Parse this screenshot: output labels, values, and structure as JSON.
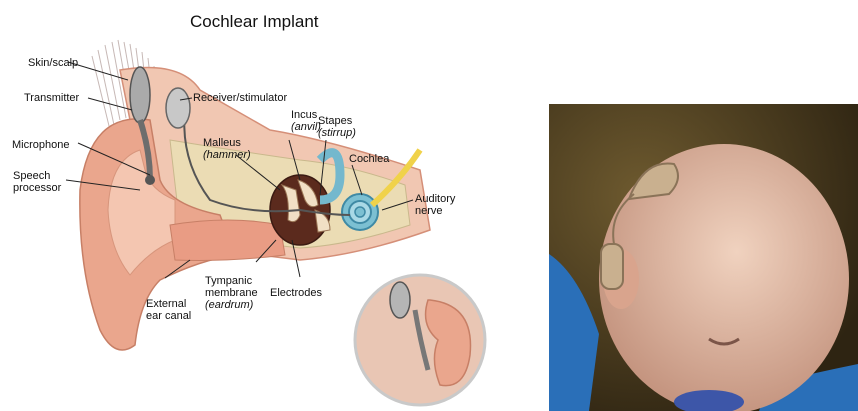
{
  "diagram": {
    "title": "Cochlear Implant",
    "labels": {
      "skin_scalp": "Skin/scalp",
      "transmitter": "Transmitter",
      "microphone": "Microphone",
      "speech_processor_1": "Speech",
      "speech_processor_2": "processor",
      "receiver_stimulator": "Receiver/stimulator",
      "malleus": "Malleus",
      "malleus_common": "(hammer)",
      "incus": "Incus",
      "incus_common": "(anvil)",
      "stapes": "Stapes",
      "stapes_common": "(stirrup)",
      "cochlea": "Cochlea",
      "auditory_nerve_1": "Auditory",
      "auditory_nerve_2": "nerve",
      "tympanic_1": "Tympanic",
      "tympanic_2": "membrane",
      "tympanic_common": "(eardrum)",
      "electrodes": "Electrodes",
      "external_canal_1": "External",
      "external_canal_2": "ear canal"
    }
  },
  "colors": {
    "skin": "#e8a58c",
    "skin_light": "#f3c7b3",
    "bone": "#e9dcb6",
    "cochlea": "#6fb3c9",
    "device": "#b9b9b9",
    "photo_bg": "#4a3a1c",
    "shirt": "#2a6fb8"
  }
}
